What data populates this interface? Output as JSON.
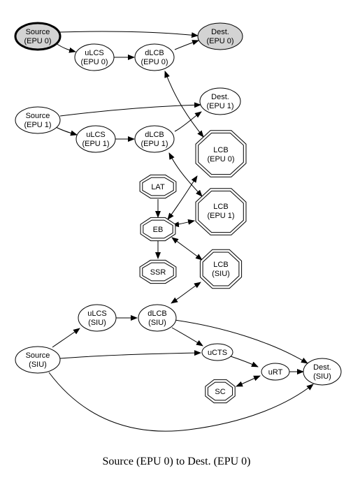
{
  "caption": "Source (EPU 0) to Dest. (EPU 0)",
  "colors": {
    "highlight_fill": "#d3d3d3",
    "stroke": "#000000",
    "background": "#ffffff"
  },
  "nodes": {
    "src_epu0": {
      "line1": "Source",
      "line2": "(EPU 0)",
      "shape": "ellipse",
      "style": "bold-highlight"
    },
    "dest_epu0": {
      "line1": "Dest.",
      "line2": "(EPU 0)",
      "shape": "ellipse",
      "style": "highlight"
    },
    "ulcs_epu0": {
      "line1": "uLCS",
      "line2": "(EPU 0)",
      "shape": "ellipse"
    },
    "dlcb_epu0": {
      "line1": "dLCB",
      "line2": "(EPU 0)",
      "shape": "ellipse"
    },
    "src_epu1": {
      "line1": "Source",
      "line2": "(EPU 1)",
      "shape": "ellipse"
    },
    "dest_epu1": {
      "line1": "Dest.",
      "line2": "(EPU 1)",
      "shape": "ellipse"
    },
    "ulcs_epu1": {
      "line1": "uLCS",
      "line2": "(EPU 1)",
      "shape": "ellipse"
    },
    "dlcb_epu1": {
      "line1": "dLCB",
      "line2": "(EPU 1)",
      "shape": "ellipse"
    },
    "lcb_epu0": {
      "line1": "LCB",
      "line2": "(EPU 0)",
      "shape": "double-octagon"
    },
    "lcb_epu1": {
      "line1": "LCB",
      "line2": "(EPU 1)",
      "shape": "double-octagon"
    },
    "lcb_siu": {
      "line1": "LCB",
      "line2": "(SIU)",
      "shape": "double-octagon"
    },
    "lat": {
      "line1": "LAT",
      "shape": "double-octagon"
    },
    "eb": {
      "line1": "EB",
      "shape": "double-octagon"
    },
    "ssr": {
      "line1": "SSR",
      "shape": "double-octagon"
    },
    "ulcs_siu": {
      "line1": "uLCS",
      "line2": "(SIU)",
      "shape": "ellipse"
    },
    "dlcb_siu": {
      "line1": "dLCB",
      "line2": "(SIU)",
      "shape": "ellipse"
    },
    "src_siu": {
      "line1": "Source",
      "line2": "(SIU)",
      "shape": "ellipse"
    },
    "ucts": {
      "line1": "uCTS",
      "shape": "ellipse"
    },
    "urt": {
      "line1": "uRT",
      "shape": "ellipse"
    },
    "dest_siu": {
      "line1": "Dest.",
      "line2": "(SIU)",
      "shape": "ellipse"
    },
    "sc": {
      "line1": "SC",
      "shape": "double-octagon"
    }
  },
  "edges": [
    {
      "from": "src_epu0",
      "to": "dest_epu0",
      "dir": "forward"
    },
    {
      "from": "src_epu0",
      "to": "ulcs_epu0",
      "dir": "forward"
    },
    {
      "from": "ulcs_epu0",
      "to": "dlcb_epu0",
      "dir": "forward"
    },
    {
      "from": "dlcb_epu0",
      "to": "dest_epu0",
      "dir": "forward"
    },
    {
      "from": "dlcb_epu0",
      "to": "lcb_epu0",
      "dir": "both"
    },
    {
      "from": "src_epu1",
      "to": "dest_epu1",
      "dir": "forward"
    },
    {
      "from": "src_epu1",
      "to": "ulcs_epu1",
      "dir": "forward"
    },
    {
      "from": "ulcs_epu1",
      "to": "dlcb_epu1",
      "dir": "forward"
    },
    {
      "from": "dlcb_epu1",
      "to": "dest_epu1",
      "dir": "forward"
    },
    {
      "from": "dlcb_epu1",
      "to": "lcb_epu1",
      "dir": "both"
    },
    {
      "from": "eb",
      "to": "lcb_epu0",
      "dir": "both"
    },
    {
      "from": "eb",
      "to": "lcb_epu1",
      "dir": "both"
    },
    {
      "from": "eb",
      "to": "lcb_siu",
      "dir": "both"
    },
    {
      "from": "lat",
      "to": "eb",
      "dir": "forward"
    },
    {
      "from": "eb",
      "to": "ssr",
      "dir": "forward"
    },
    {
      "from": "dlcb_siu",
      "to": "lcb_siu",
      "dir": "both"
    },
    {
      "from": "src_siu",
      "to": "ulcs_siu",
      "dir": "forward"
    },
    {
      "from": "ulcs_siu",
      "to": "dlcb_siu",
      "dir": "forward"
    },
    {
      "from": "dlcb_siu",
      "to": "ucts",
      "dir": "forward"
    },
    {
      "from": "dlcb_siu",
      "to": "dest_siu",
      "dir": "forward"
    },
    {
      "from": "src_siu",
      "to": "ucts",
      "dir": "forward"
    },
    {
      "from": "ucts",
      "to": "urt",
      "dir": "forward"
    },
    {
      "from": "urt",
      "to": "dest_siu",
      "dir": "forward"
    },
    {
      "from": "sc",
      "to": "urt",
      "dir": "both"
    },
    {
      "from": "src_siu",
      "to": "dest_siu",
      "dir": "forward"
    }
  ]
}
